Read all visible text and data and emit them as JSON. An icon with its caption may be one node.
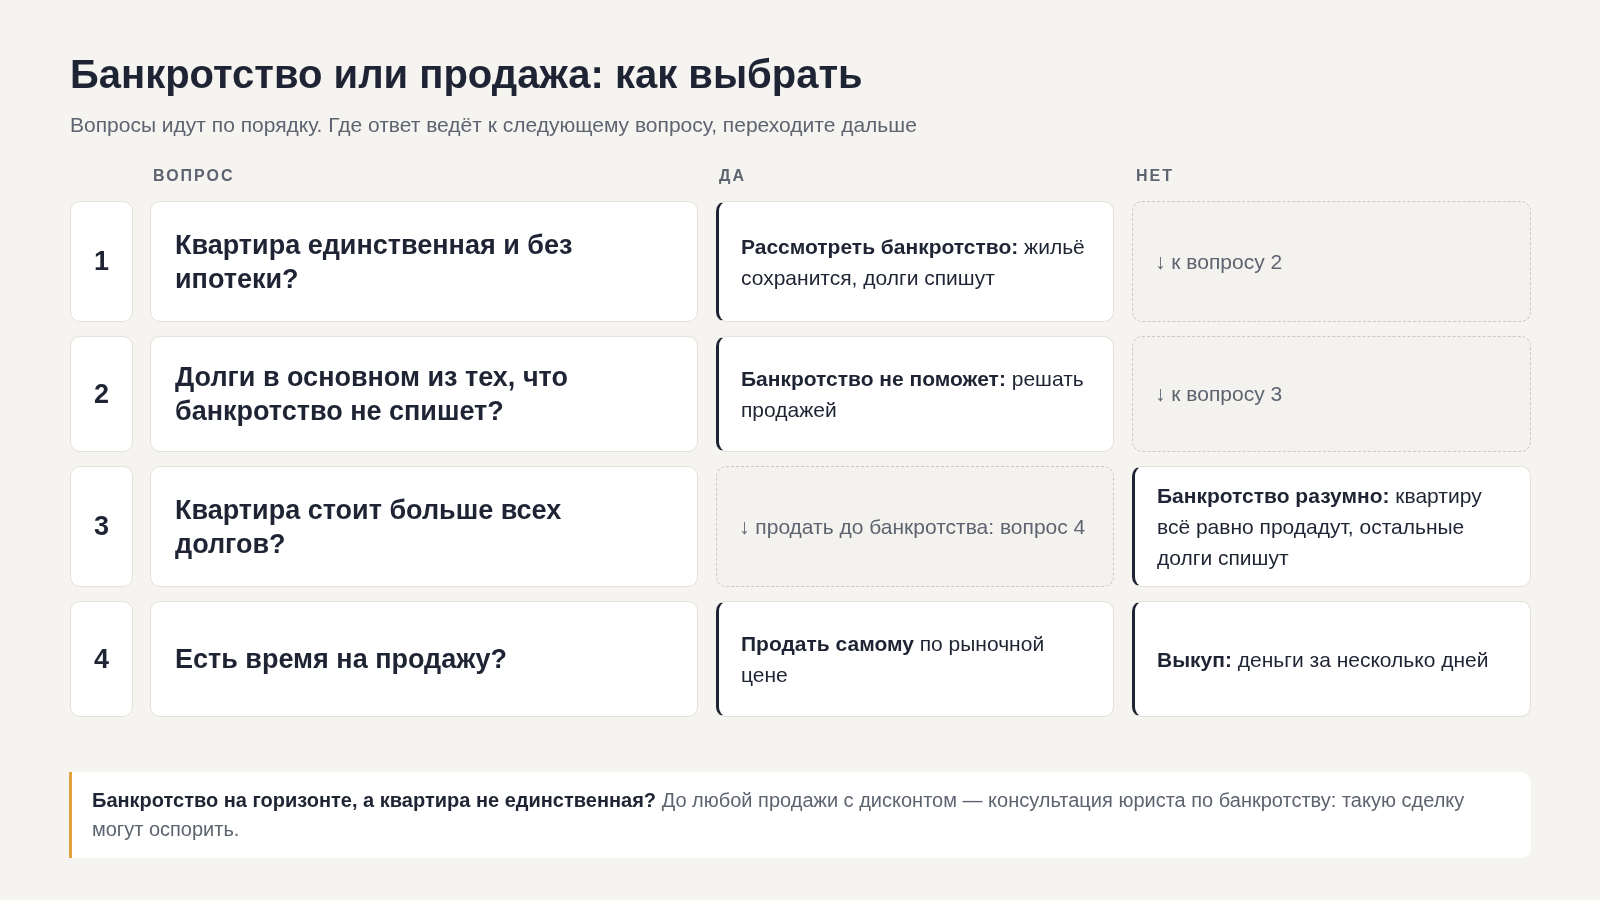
{
  "diagram": {
    "title": "Банкротство или продажа: как выбрать",
    "nodes": [
      {
        "text": [
          "1"
        ]
      },
      {
        "text": [
          "Квартира единственная и без ипотеки?"
        ]
      },
      {
        "text": [
          "**Рассмотреть банкротство:** жильё сохранится, долги спишут"
        ]
      },
      {
        "text": [
          "↓ к вопросу 2"
        ]
      },
      {
        "text": [
          "2"
        ]
      },
      {
        "text": [
          "Долги в основном из тех, что банкротство не спишет?"
        ]
      },
      {
        "text": [
          "**Банкротство не поможет:** решать продажей"
        ]
      },
      {
        "text": [
          "↓ к вопросу 3"
        ]
      },
      {
        "text": [
          "3"
        ]
      },
      {
        "text": [
          "Квартира стоит больше всех долгов?"
        ]
      },
      {
        "text": [
          "↓ продать до банкротства: вопрос 4"
        ]
      },
      {
        "text": [
          "**Банкротство разумно:** квартиру всё равно продадут, остальные долги спишут"
        ]
      },
      {
        "text": [
          "4"
        ]
      },
      {
        "text": [
          "Есть время на продажу?"
        ]
      },
      {
        "text": [
          "**Продать самому** по рыночной цене"
        ]
      },
      {
        "text": [
          "**Выкуп:** деньги за несколько дней"
        ]
      },
      {
        "text": [
          "**Банкротство на горизонте, а квартира не единственная?** До любой продажи с дисконтом — консультация юриста по банкротству: такую сделку могут оспорить."
        ]
      }
    ],
    "labels": [
      "Вопросы идут по порядку. Где ответ ведёт к следующему вопросу, переходите дальше",
      "ВОПРОС",
      "ДА",
      "НЕТ"
    ]
  }
}
